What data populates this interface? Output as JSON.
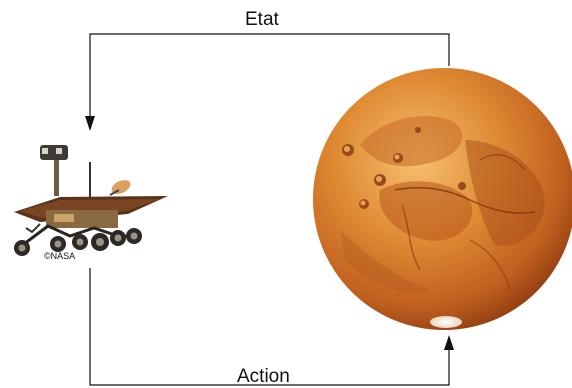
{
  "diagram": {
    "top_label": "Etat",
    "bottom_label": "Action",
    "credit": "©NASA"
  },
  "icons": {
    "agent": "mars-rover-icon",
    "environment": "mars-planet-icon"
  },
  "colors": {
    "line": "#111111",
    "planet_light": "#f2b25a",
    "planet_mid": "#d9782a",
    "planet_dark": "#9a4312"
  }
}
